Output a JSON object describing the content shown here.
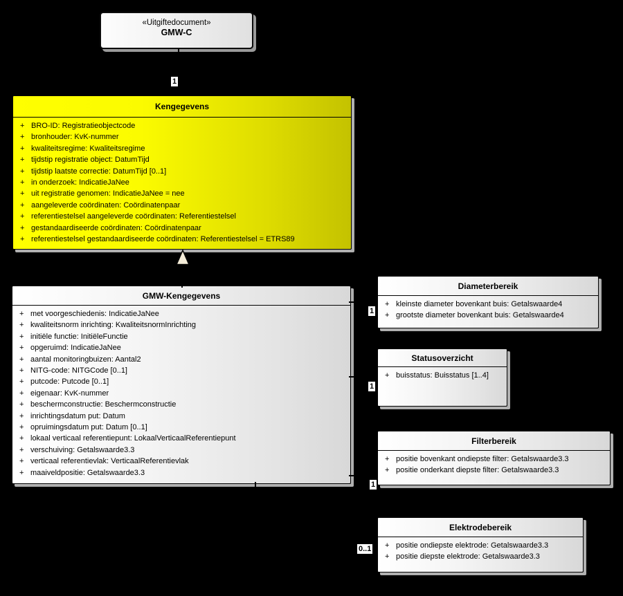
{
  "colors": {
    "background": "#000000",
    "kengegevens_fill_left": "#ffff00",
    "kengegevens_fill_right": "#c4c200",
    "box_fill_left": "#ffffff",
    "box_fill_right": "#d8d8d8",
    "box_border": "#000000",
    "shadow": "#b0b0b0",
    "generalization_arrow_fill": "#f4ecd8"
  },
  "symbols": {
    "visibility_public": "+"
  },
  "boxes": {
    "uitgiftedocument": {
      "stereotype": "«Uitgiftedocument»",
      "name": "GMW-C"
    },
    "kengegevens": {
      "title": "Kengegevens",
      "attrs": [
        "BRO-ID: Registratieobjectcode",
        "bronhouder: KvK-nummer",
        "kwaliteitsregime: Kwaliteitsregime",
        "tijdstip registratie object: DatumTijd",
        "tijdstip laatste correctie: DatumTijd [0..1]",
        "in onderzoek: IndicatieJaNee",
        "uit registratie genomen: IndicatieJaNee = nee",
        "aangeleverde coördinaten: Coördinatenpaar",
        "referentiestelsel aangeleverde coördinaten: Referentiestelsel",
        "gestandaardiseerde coördinaten: Coördinatenpaar",
        "referentiestelsel gestandaardiseerde coördinaten: Referentiestelsel = ETRS89"
      ]
    },
    "gmw_kengegevens": {
      "title": "GMW-Kengegevens",
      "attrs": [
        "met voorgeschiedenis: IndicatieJaNee",
        "kwaliteitsnorm inrichting: KwaliteitsnormInrichting",
        "initiële functie: InitiëleFunctie",
        "opgeruimd: IndicatieJaNee",
        "aantal monitoringbuizen: Aantal2",
        "NITG-code: NITGCode [0..1]",
        "putcode: Putcode [0..1]",
        "eigenaar: KvK-nummer",
        "beschermconstructie: Beschermconstructie",
        "inrichtingsdatum put: Datum",
        "opruimingsdatum put: Datum [0..1]",
        "lokaal verticaal referentiepunt: LokaalVerticaalReferentiepunt",
        "verschuiving: Getalswaarde3.3",
        "verticaal referentievlak: VerticaalReferentievlak",
        "maaiveldpositie: Getalswaarde3.3"
      ]
    },
    "diameterbereik": {
      "title": "Diameterbereik",
      "attrs": [
        "kleinste diameter bovenkant buis: Getalswaarde4",
        "grootste diameter bovenkant buis: Getalswaarde4"
      ]
    },
    "statusoverzicht": {
      "title": "Statusoverzicht",
      "attrs": [
        "buisstatus: Buisstatus [1..4]"
      ]
    },
    "filterbereik": {
      "title": "Filterbereik",
      "attrs": [
        "positie bovenkant ondiepste filter: Getalswaarde3.3",
        "positie onderkant diepste filter: Getalswaarde3.3"
      ]
    },
    "elektrodebereik": {
      "title": "Elektrodebereik",
      "attrs": [
        "positie ondiepste elektrode: Getalswaarde3.3",
        "positie diepste elektrode: Getalswaarde3.3"
      ]
    }
  },
  "multiplicities": {
    "gmwc_kengegevens": "1",
    "diameterbereik": "1",
    "statusoverzicht": "1",
    "filterbereik": "1",
    "elektrodebereik": "0..1"
  }
}
